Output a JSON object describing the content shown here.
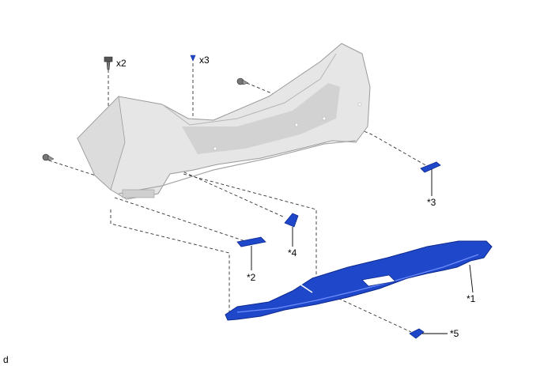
{
  "labels": {
    "qty_bolt": "x2",
    "qty_clip": "x3",
    "callout_1": "*1",
    "callout_2": "*2",
    "callout_3": "*3",
    "callout_4": "*4",
    "callout_5": "*5",
    "figure_id": "d"
  },
  "colors": {
    "bumper_body": "#e8e8e8",
    "bumper_outline": "#9a9a9a",
    "part_blue": "#1f47c9",
    "part_blue_dark": "#0f2a8f",
    "fastener_gray": "#555555"
  }
}
